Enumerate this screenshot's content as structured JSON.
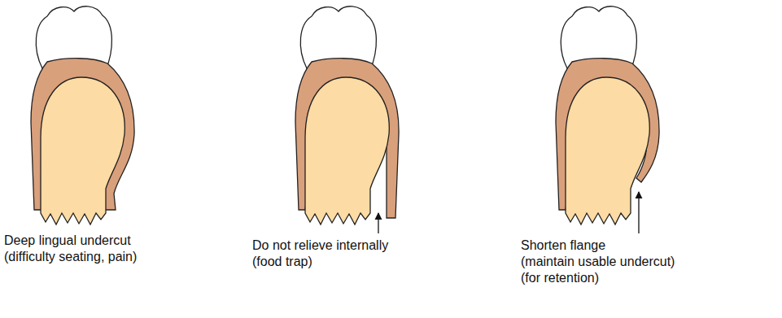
{
  "diagram": {
    "labels": [
      "Deep lingual undercut",
      "(difficulty seating, pain)",
      "Do not relieve internally",
      "(food trap)",
      "Shorten flange",
      "(maintain usable undercut)",
      "(for retention)"
    ]
  }
}
